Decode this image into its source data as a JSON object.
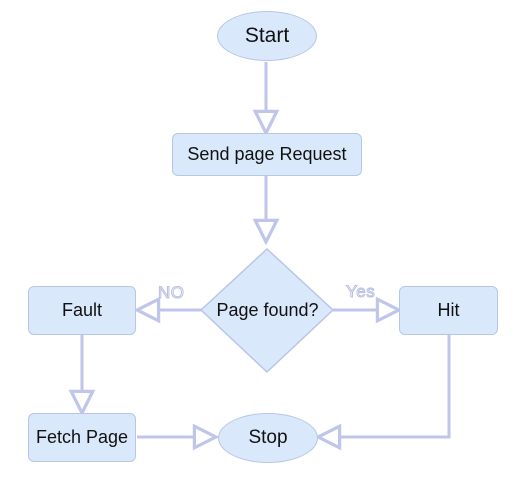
{
  "flowchart": {
    "nodes": {
      "start": "Start",
      "send_request": "Send page Request",
      "decision": "Page found?",
      "fault": "Fault",
      "hit": "Hit",
      "fetch_page": "Fetch Page",
      "stop": "Stop"
    },
    "edge_labels": {
      "no": "NO",
      "yes": "Yes"
    },
    "edges": [
      {
        "from": "start",
        "to": "send_request"
      },
      {
        "from": "send_request",
        "to": "decision"
      },
      {
        "from": "decision",
        "to": "fault",
        "label": "no"
      },
      {
        "from": "decision",
        "to": "hit",
        "label": "yes"
      },
      {
        "from": "fault",
        "to": "fetch_page"
      },
      {
        "from": "fetch_page",
        "to": "stop"
      },
      {
        "from": "hit",
        "to": "stop"
      }
    ]
  },
  "colors": {
    "node_fill": "#dae8fc",
    "node_stroke": "#b8c6e6",
    "edge_stroke": "#c0c6ea"
  }
}
